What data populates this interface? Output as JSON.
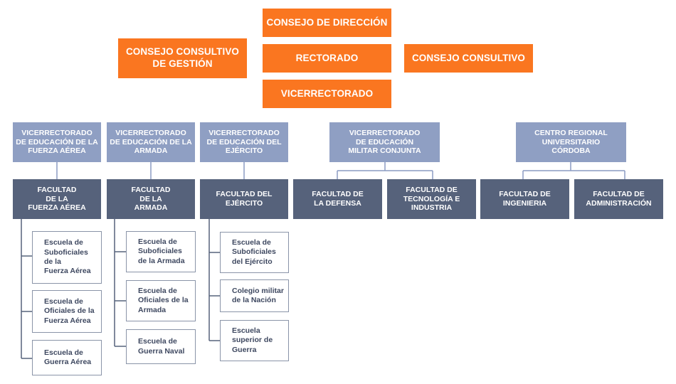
{
  "top": {
    "consejo_direccion": "CONSEJO DE DIRECCIÓN",
    "rectorado": "RECTORADO",
    "vicerrectorado": "VICERRECTORADO",
    "consejo_consultivo_gestion": "CONSEJO CONSULTIVO\nDE GESTIÓN",
    "consejo_consultivo": "CONSEJO CONSULTIVO"
  },
  "vicerrectorados": {
    "fuerza_aerea": "VICERRECTORADO\nDE EDUCACIÓN DE LA\nFUERZA AÉREA",
    "armada": "VICERRECTORADO\nDE EDUCACIÓN DE LA\nARMADA",
    "ejercito": "VICERRECTORADO\nDE EDUCACIÓN DEL\nEJÉRCITO",
    "militar_conjunta": "VICERRECTORADO\nDE EDUCACIÓN\nMILITAR CONJUNTA",
    "centro_cordoba": "CENTRO REGIONAL\nUNIVERSITARIO\nCÓRDOBA"
  },
  "facultades": {
    "fuerza_aerea": "FACULTAD\nDE LA\nFUERZA AÉREA",
    "armada": "FACULTAD\nDE LA\nARMADA",
    "ejercito": "FACULTAD DEL\nEJÉRCITO",
    "defensa": "FACULTAD DE\nLA DEFENSA",
    "tecnologia": "FACULTAD DE\nTECNOLOGÍA E\nINDUSTRIA",
    "ingenieria": "FACULTAD DE\nINGENIERIA",
    "administracion": "FACULTAD DE\nADMINISTRACIÓN"
  },
  "escuelas": {
    "fuerza_aerea": [
      "Escuela de\nSuboficiales\nde la\nFuerza Aérea",
      "Escuela de\nOficiales de la\nFuerza Aérea",
      "Escuela de\nGuerra Aérea"
    ],
    "armada": [
      "Escuela de\nSuboficiales\nde la Armada",
      "Escuela de\nOficiales de la\nArmada",
      "Escuela de\nGuerra Naval"
    ],
    "ejercito": [
      "Escuela de\nSuboficiales\ndel Ejército",
      "Colegio militar\nde la Nación",
      "Escuela\nsuperior de\nGuerra"
    ]
  }
}
